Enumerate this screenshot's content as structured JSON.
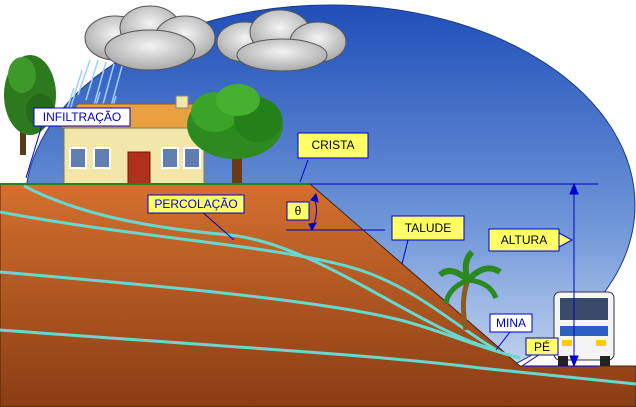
{
  "labels": {
    "infiltracao": "INFILTRAÇÃO",
    "percolacao": "PERCOLAÇÃO",
    "crista": "CRISTA",
    "theta": "θ",
    "talude": "TALUDE",
    "altura": "ALTURA",
    "mina": "MINA",
    "pe": "PÉ"
  },
  "colors": {
    "sky_top": "#1f4fb8",
    "sky_bottom": "#c9daf2",
    "soil_top": "#d2692a",
    "soil_bottom": "#7a3410",
    "water_lines": "#66d8d0",
    "callout_fill": "#ffff66",
    "callout_fill_light": "#ffffff",
    "guide_lines": "#0000cc",
    "grass": "#2e7d1a",
    "house_wall": "#f2e6a8",
    "roof": "#e9a040"
  },
  "icons": [
    "rain-cloud-icon",
    "cloud-icon",
    "tree-icon",
    "house-icon",
    "palm-tree-icon",
    "bus-icon"
  ]
}
